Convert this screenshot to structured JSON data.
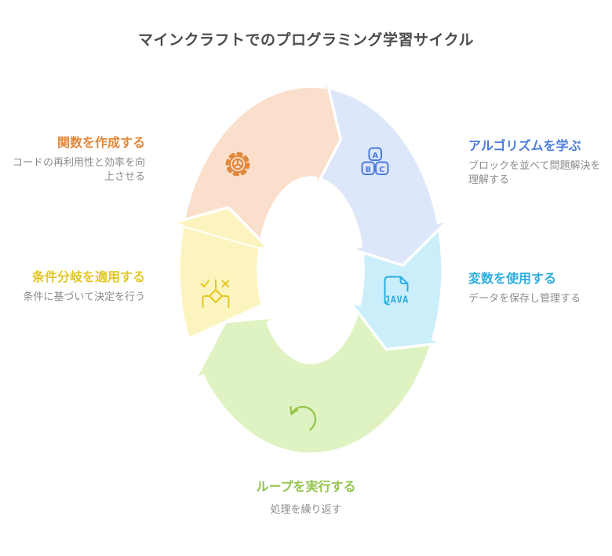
{
  "title": "マインクラフトでのプログラミング学習サイクル",
  "colors": {
    "background": "#FFFFFF",
    "title": "#4C4C4E",
    "body_text": "#8C8C8E",
    "separator": "#FFFFFF"
  },
  "cycle": {
    "steps": [
      {
        "id": "create-functions",
        "label": "関数を作成する",
        "desc": "コードの再利用性と効率を向上させる",
        "accent": "#E1883C",
        "fill": "#FAE0CC",
        "icon": "gear-icon",
        "arc": {
          "from": 194,
          "to": 276
        }
      },
      {
        "id": "learn-algorithms",
        "label": "アルゴリズムを学ぶ",
        "desc": "ブロックを並べて問題解決を理解する",
        "accent": "#4A7BDE",
        "fill": "#DDE7FA",
        "icon": "abc-blocks-icon",
        "icon_blocks": [
          "A",
          "B",
          "C"
        ],
        "arc": {
          "from": 276,
          "to": 345
        }
      },
      {
        "id": "use-variables",
        "label": "変数を使用する",
        "desc": "データを保存し管理する",
        "accent": "#2BAEDF",
        "fill": "#CBEEFB",
        "icon": "java-file-icon",
        "icon_label": "JAVA",
        "arc": {
          "from": 345,
          "to": 382
        }
      },
      {
        "id": "run-loops",
        "label": "ループを実行する",
        "desc": "処理を繰り返す",
        "accent": "#93C54A",
        "fill": "#DFF3C2",
        "icon": "loop-arrow-icon",
        "arc": {
          "from": 22,
          "to": 145
        }
      },
      {
        "id": "apply-conditionals",
        "label": "条件分岐を適用する",
        "desc": "条件に基づいて決定を行う",
        "accent": "#E3C722",
        "fill": "#FCF4BE",
        "icon": "decision-branch-icon",
        "arc": {
          "from": 158,
          "to": 194
        }
      }
    ],
    "draw_order": [
      "apply-conditionals",
      "run-loops",
      "use-variables",
      "learn-algorithms",
      "create-functions"
    ],
    "head_redraw": "apply-conditionals"
  }
}
